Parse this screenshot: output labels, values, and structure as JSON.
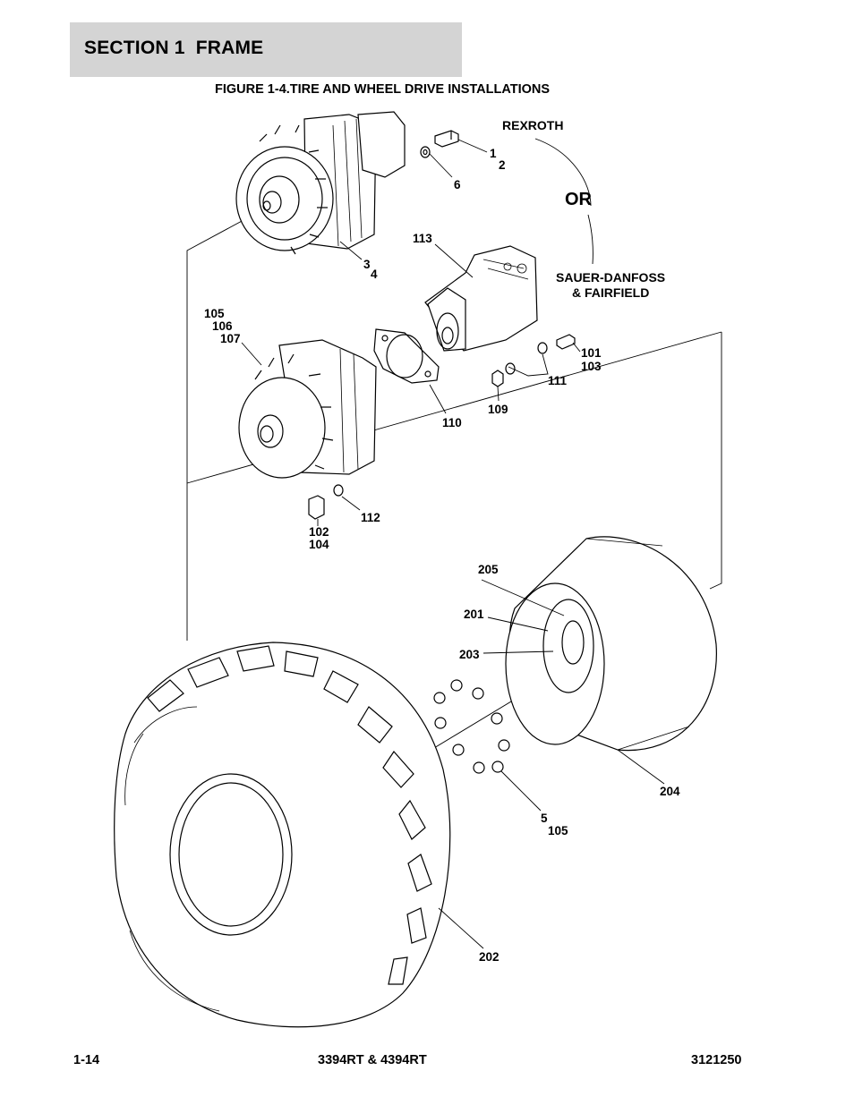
{
  "header": {
    "section_title": "SECTION 1  FRAME"
  },
  "figure": {
    "title": "FIGURE 1-4.TIRE AND WHEEL DRIVE INSTALLATIONS",
    "brands": {
      "top": "REXROTH",
      "or": "OR",
      "bottom_line1": "SAUER-DANFOSS",
      "bottom_line2": "& FAIRFIELD"
    },
    "callouts": {
      "c1": "1",
      "c2": "2",
      "c6": "6",
      "c3": "3",
      "c4": "4",
      "c113": "113",
      "c105a": "105",
      "c106": "106",
      "c107": "107",
      "c101": "101",
      "c103": "103",
      "c111": "111",
      "c109": "109",
      "c110": "110",
      "c112": "112",
      "c102": "102",
      "c104": "104",
      "c205": "205",
      "c201": "201",
      "c203": "203",
      "c204": "204",
      "c5": "5",
      "c105b": "105",
      "c202": "202"
    }
  },
  "footer": {
    "page": "1-14",
    "model": "3394RT & 4394RT",
    "doc_number": "3121250"
  }
}
